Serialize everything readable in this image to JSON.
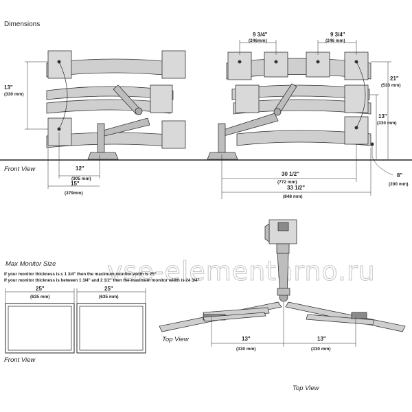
{
  "titles": {
    "dimensions": "Dimensions",
    "front_view_top": "Front View",
    "max_monitor_size": "Max Monitor Size",
    "front_view_bottom": "Front View",
    "top_view_left": "Top View",
    "top_view_bottom": "Top View"
  },
  "notes": {
    "line1": "If your monitor thickness is ≤ 1 3/4\" then the maximum monitor width is 25\"",
    "line2": "If your monitor thickness is between 1 3/4\" and 2 1/2\" then the maximum monitor width is 24 3/4\""
  },
  "left_view": {
    "height_in": "13\"",
    "height_mm": "(330 mm)",
    "reach1_in": "12\"",
    "reach1_mm": "(305 mm)",
    "reach2_in": "15\"",
    "reach2_mm": "(379mm)"
  },
  "right_view": {
    "w1_in": "9 3/4\"",
    "w1_mm": "(246mm)",
    "w2_in": "9 3/4\"",
    "w2_mm": "(246 mm)",
    "h21_in": "21\"",
    "h21_mm": "(533 mm)",
    "h13_in": "13\"",
    "h13_mm": "(330 mm)",
    "clamp_in": "8\"",
    "clamp_mm": "(200 mm)",
    "span1_in": "30 1/2\"",
    "span1_mm": "(772 mm)",
    "span2_in": "33 1/2\"",
    "span2_mm": "(848 mm)"
  },
  "max_size": {
    "left_in": "25\"",
    "left_mm": "(635 mm)",
    "right_in": "25\"",
    "right_mm": "(635 mm)"
  },
  "top_view": {
    "left_in": "13\"",
    "left_mm": "(330 mm)",
    "right_in": "13\"",
    "right_mm": "(330 mm)"
  },
  "watermark": "vse-elementarno.ru"
}
